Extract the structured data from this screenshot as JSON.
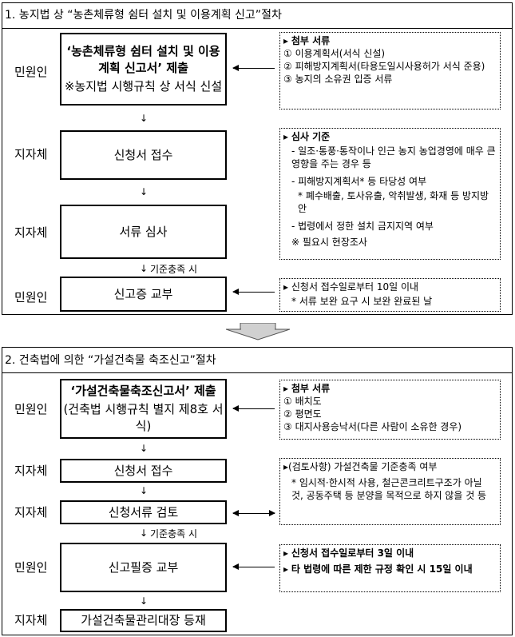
{
  "section1": {
    "title": "1. 농지법 상 “농촌체류형 쉼터 설치 및 이용계획 신고”절차",
    "steps": [
      {
        "actor": "민원인",
        "lines_bold": "‘농촌체류형 쉼터 설치 및 이용계획 신고서’ 제출",
        "note": "※농지법 시행규칙 상 서식 신설"
      },
      {
        "actor": "지자체",
        "label": "신청서 접수"
      },
      {
        "actor": "지자체",
        "label": "서류 심사"
      },
      {
        "actor": "민원인",
        "label": "신고증 교부"
      }
    ],
    "between_label": "기준충족 시",
    "attach": {
      "heading": "첨부 서류",
      "items": [
        "① 이용계획서(서식 신설)",
        "② 피해방지계획서(타용도일시사용허가 서식 준용)",
        "③ 농지의 소유권 입증 서류"
      ]
    },
    "review": {
      "heading": "심사 기준",
      "items": [
        "- 일조·통풍·통작이나 인근 농지 농업경영에 매우 큰 영향을 주는 경우 등",
        "- 피해방지계획서* 등 타당성 여부",
        "* 폐수배출, 토사유출, 악취발생, 화재 등 방지방안",
        "- 법령에서 정한 설치 금지지역 여부",
        "※ 필요시 현장조사"
      ]
    },
    "issue": {
      "line1": "신청서 접수일로부터 10일 이내",
      "line2": "* 서류 보완 요구 시 보완 완료된 날"
    }
  },
  "section2": {
    "title": "2. 건축법에 의한 “가설건축물 축조신고”절차",
    "steps": [
      {
        "actor": "민원인",
        "lines_bold": "‘가설건축물축조신고서’ 제출",
        "note": "(건축법 시행규칙 별지 제8호 서식)"
      },
      {
        "actor": "지자체",
        "label": "신청서 접수"
      },
      {
        "actor": "지자체",
        "label": "신청서류 검토"
      },
      {
        "actor": "민원인",
        "label": "신고필증 교부"
      },
      {
        "actor": "지자체",
        "label": "가설건축물관리대장 등재"
      }
    ],
    "between_label": "기준충족 시",
    "attach": {
      "heading": "첨부 서류",
      "items": [
        "① 배치도",
        "② 평면도",
        "③ 대지사용승낙서(다른 사람이 소유한 경우)"
      ]
    },
    "review": {
      "line1": "(검토사항) 가설건축물 기준충족 여부",
      "line2": "* 임시적·한시적 사용, 철근콘크리트구조가 아닐 것, 공동주택 등 분양을 목적으로 하지 않을 것 등"
    },
    "issue": {
      "line1": "신청서 접수일로부터 3일 이내",
      "line2": "타 법령에 따른 제한 규정 확인 시 15일 이내"
    }
  }
}
